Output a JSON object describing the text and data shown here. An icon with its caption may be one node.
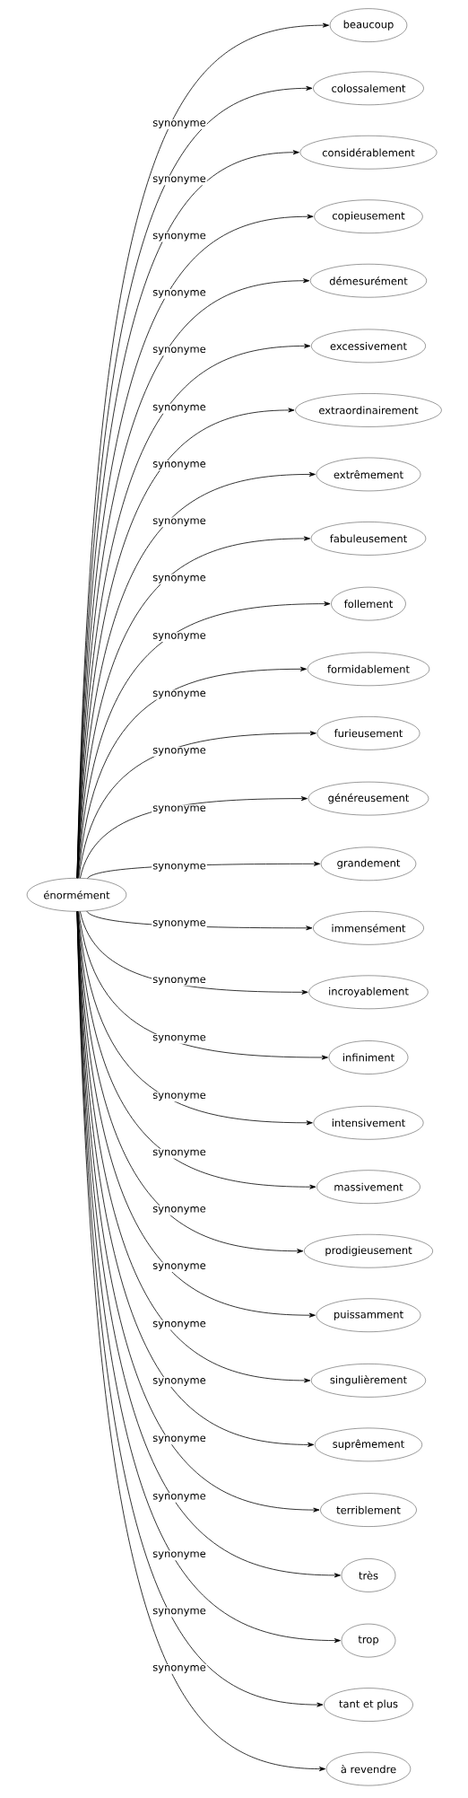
{
  "diagram": {
    "nodes": [
      {
        "text": [
          "énormément"
        ]
      },
      {
        "text": [
          "beaucoup"
        ]
      },
      {
        "text": [
          "colossalement"
        ]
      },
      {
        "text": [
          "considérablement"
        ]
      },
      {
        "text": [
          "copieusement"
        ]
      },
      {
        "text": [
          "démesurément"
        ]
      },
      {
        "text": [
          "excessivement"
        ]
      },
      {
        "text": [
          "extraordinairement"
        ]
      },
      {
        "text": [
          "extrêmement"
        ]
      },
      {
        "text": [
          "fabuleusement"
        ]
      },
      {
        "text": [
          "follement"
        ]
      },
      {
        "text": [
          "formidablement"
        ]
      },
      {
        "text": [
          "furieusement"
        ]
      },
      {
        "text": [
          "généreusement"
        ]
      },
      {
        "text": [
          "grandement"
        ]
      },
      {
        "text": [
          "immensément"
        ]
      },
      {
        "text": [
          "incroyablement"
        ]
      },
      {
        "text": [
          "infiniment"
        ]
      },
      {
        "text": [
          "intensivement"
        ]
      },
      {
        "text": [
          "massivement"
        ]
      },
      {
        "text": [
          "prodigieusement"
        ]
      },
      {
        "text": [
          "puissamment"
        ]
      },
      {
        "text": [
          "singulièrement"
        ]
      },
      {
        "text": [
          "suprêmement"
        ]
      },
      {
        "text": [
          "terriblement"
        ]
      },
      {
        "text": [
          "très"
        ]
      },
      {
        "text": [
          "trop"
        ]
      },
      {
        "text": [
          "tant et plus"
        ]
      },
      {
        "text": [
          "à revendre"
        ]
      }
    ],
    "edges": [
      {
        "from": 0,
        "to": 1,
        "arrow": "to",
        "label": "synonyme"
      },
      {
        "from": 0,
        "to": 2,
        "arrow": "to",
        "label": "synonyme"
      },
      {
        "from": 0,
        "to": 3,
        "arrow": "to",
        "label": "synonyme"
      },
      {
        "from": 0,
        "to": 4,
        "arrow": "to",
        "label": "synonyme"
      },
      {
        "from": 0,
        "to": 5,
        "arrow": "to",
        "label": "synonyme"
      },
      {
        "from": 0,
        "to": 6,
        "arrow": "to",
        "label": "synonyme"
      },
      {
        "from": 0,
        "to": 7,
        "arrow": "to",
        "label": "synonyme"
      },
      {
        "from": 0,
        "to": 8,
        "arrow": "to",
        "label": "synonyme"
      },
      {
        "from": 0,
        "to": 9,
        "arrow": "to",
        "label": "synonyme"
      },
      {
        "from": 0,
        "to": 10,
        "arrow": "to",
        "label": "synonyme"
      },
      {
        "from": 0,
        "to": 11,
        "arrow": "to",
        "label": "synonyme"
      },
      {
        "from": 0,
        "to": 12,
        "arrow": "to",
        "label": "synonyme"
      },
      {
        "from": 0,
        "to": 13,
        "arrow": "to",
        "label": "synonyme"
      },
      {
        "from": 0,
        "to": 14,
        "arrow": "to",
        "label": "synonyme"
      },
      {
        "from": 0,
        "to": 15,
        "arrow": "to",
        "label": "synonyme"
      },
      {
        "from": 0,
        "to": 16,
        "arrow": "to",
        "label": "synonyme"
      },
      {
        "from": 0,
        "to": 17,
        "arrow": "to",
        "label": "synonyme"
      },
      {
        "from": 0,
        "to": 18,
        "arrow": "to",
        "label": "synonyme"
      },
      {
        "from": 0,
        "to": 19,
        "arrow": "to",
        "label": "synonyme"
      },
      {
        "from": 0,
        "to": 20,
        "arrow": "to",
        "label": "synonyme"
      },
      {
        "from": 0,
        "to": 21,
        "arrow": "to",
        "label": "synonyme"
      },
      {
        "from": 0,
        "to": 22,
        "arrow": "to",
        "label": "synonyme"
      },
      {
        "from": 0,
        "to": 23,
        "arrow": "to",
        "label": "synonyme"
      },
      {
        "from": 0,
        "to": 24,
        "arrow": "to",
        "label": "synonyme"
      },
      {
        "from": 0,
        "to": 25,
        "arrow": "to",
        "label": "synonyme"
      },
      {
        "from": 0,
        "to": 26,
        "arrow": "to",
        "label": "synonyme"
      },
      {
        "from": 0,
        "to": 27,
        "arrow": "to",
        "label": "synonyme"
      },
      {
        "from": 0,
        "to": 28,
        "arrow": "to",
        "label": "synonyme"
      }
    ]
  }
}
